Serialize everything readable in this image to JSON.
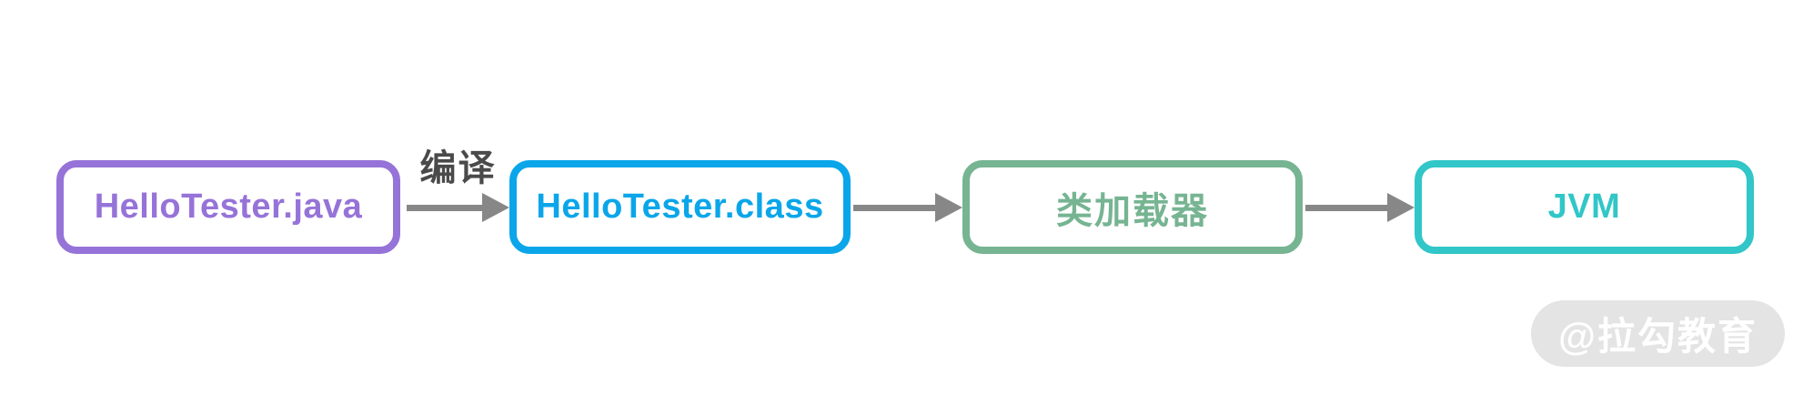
{
  "diagram": {
    "background_color": "#ffffff",
    "arrow_color": "#878787",
    "edge_label_color": "#4a4a4a",
    "nodes": [
      {
        "id": "hellotester-java",
        "label": "HelloTester.java",
        "color": "#9673d8"
      },
      {
        "id": "hellotester-class",
        "label": "HelloTester.class",
        "color": "#0aa6e9"
      },
      {
        "id": "class-loader",
        "label": "类加载器",
        "color": "#76b492"
      },
      {
        "id": "jvm",
        "label": "JVM",
        "color": "#31c6c7"
      }
    ],
    "edges": [
      {
        "from": "HelloTester.java",
        "to": "HelloTester.class",
        "label": "编译"
      },
      {
        "from": "HelloTester.class",
        "to": "类加载器",
        "label": ""
      },
      {
        "from": "类加载器",
        "to": "JVM",
        "label": ""
      }
    ]
  },
  "watermark": {
    "text": "@拉勾教育",
    "text_color": "#ffffff",
    "pill_color": "#e4e4e4"
  }
}
